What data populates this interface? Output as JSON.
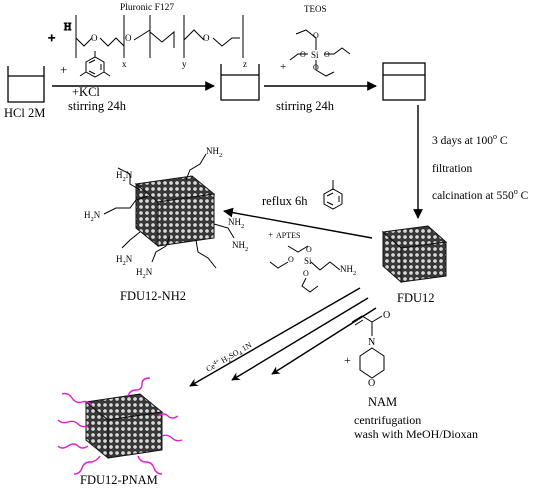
{
  "step1": {
    "plus_top": "+",
    "polymer_name": "Pluronic F127",
    "subscript_x": "x",
    "subscript_y": "y",
    "subscript_z": "z",
    "h_label": "H",
    "plus_mid": "+",
    "start_label": "HCl 2M",
    "kcl_label": "+KCl",
    "stirring_label": "stirring 24h"
  },
  "step2": {
    "plus": "+",
    "reagent_label": "TEOS",
    "si_label": "Si",
    "stirring_label": "stirring 24h"
  },
  "step3": {
    "line1": "3 days at 100",
    "line1_deg": "o",
    "line1_unit": " C",
    "line2": "filtration",
    "line3": "calcination at 550",
    "line3_deg": "o",
    "line3_unit": " C",
    "product_label": "FDU12"
  },
  "amination": {
    "reflux_label": "reflux 6h",
    "plus": "+",
    "reagent": "APTES",
    "si_label": "Si",
    "nh2_label": "NH",
    "nh2_sub": "2",
    "h2n_label": "H",
    "h2n_sub": "2",
    "h2n_n": "N",
    "product_label": "FDU12-NH2"
  },
  "grafting": {
    "conditions_ce": "Ce",
    "conditions_ce_sup": "4+",
    "conditions_acid": " H",
    "conditions_acid_sub1": "2",
    "conditions_acid_mid": "SO",
    "conditions_acid_sub2": "4",
    "conditions_normal": " 1N",
    "plus": "+",
    "monomer_label": "NAM",
    "o_label": "O",
    "n_label": "N",
    "o_ring_label": "O",
    "workup1": "centrifugation",
    "workup2": "wash with MeOH/Dioxan",
    "product_label": "FDU12-PNAM"
  },
  "colors": {
    "ink": "#000000",
    "polymer_chain": "#e020d0",
    "cube_fill": "#5a5a5a"
  }
}
